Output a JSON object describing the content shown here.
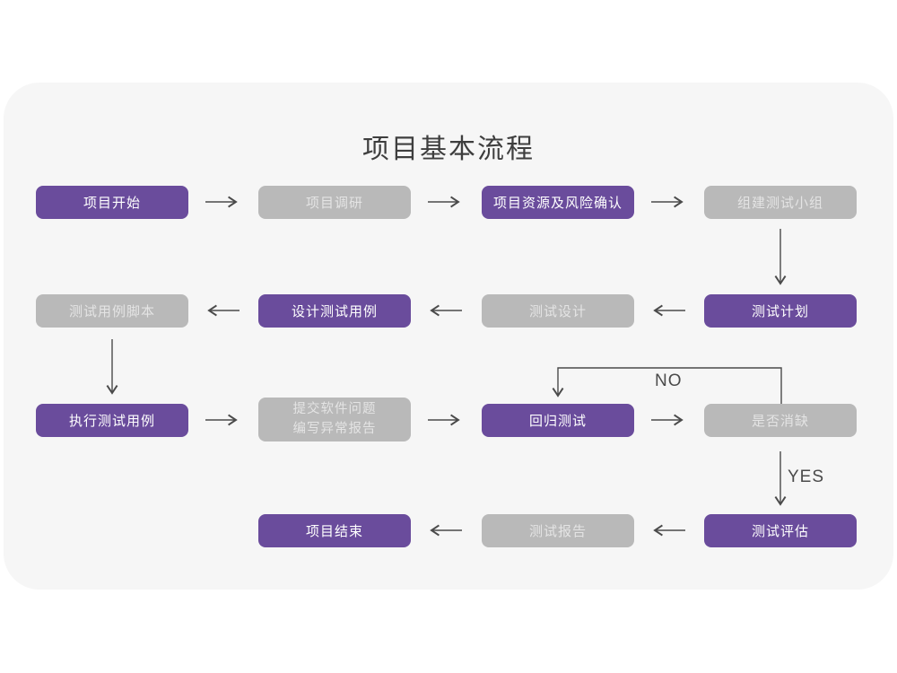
{
  "title": "项目基本流程",
  "colors": {
    "accent_purple": "#6a4c9c",
    "node_gray": "#b9b9b9",
    "card_background": "#f6f6f6",
    "arrow": "#4a4a4a"
  },
  "branch_labels": {
    "no": "NO",
    "yes": "YES"
  },
  "nodes": {
    "start": {
      "label": "项目开始",
      "color": "purple"
    },
    "research": {
      "label": "项目调研",
      "color": "gray"
    },
    "resources": {
      "label": "项目资源及风险确认",
      "color": "purple"
    },
    "team": {
      "label": "组建测试小组",
      "color": "gray"
    },
    "case_script": {
      "label": "测试用例脚本",
      "color": "gray"
    },
    "design_case": {
      "label": "设计测试用例",
      "color": "purple"
    },
    "test_design": {
      "label": "测试设计",
      "color": "gray"
    },
    "test_plan": {
      "label": "测试计划",
      "color": "purple"
    },
    "execute": {
      "label": "执行测试用例",
      "color": "purple"
    },
    "submit": {
      "line1": "提交软件问题",
      "line2": "编写异常报告",
      "color": "gray"
    },
    "regression": {
      "label": "回归测试",
      "color": "purple"
    },
    "defect_check": {
      "label": "是否消缺",
      "color": "gray"
    },
    "end": {
      "label": "项目结束",
      "color": "purple"
    },
    "report": {
      "label": "测试报告",
      "color": "gray"
    },
    "evaluate": {
      "label": "测试评估",
      "color": "purple"
    }
  }
}
